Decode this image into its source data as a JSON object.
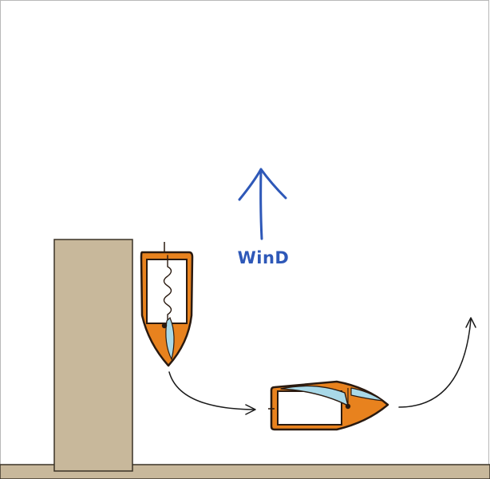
{
  "diagram": {
    "wind_label": "WinD",
    "colors": {
      "background": "#ffffff",
      "frame": "#b8b8b8",
      "dock": "#c8b89b",
      "dock_edge": "#3a3226",
      "hull": "#e8821e",
      "hull_outline": "#2a1a10",
      "cockpit": "#ffffff",
      "sail": "#a9d9e8",
      "wind": "#2e58b8",
      "path": "#1a1a1a"
    },
    "elements": [
      "frame",
      "dock",
      "boat-at-dock",
      "boat-under-way",
      "wind-arrow",
      "departure-path"
    ]
  }
}
